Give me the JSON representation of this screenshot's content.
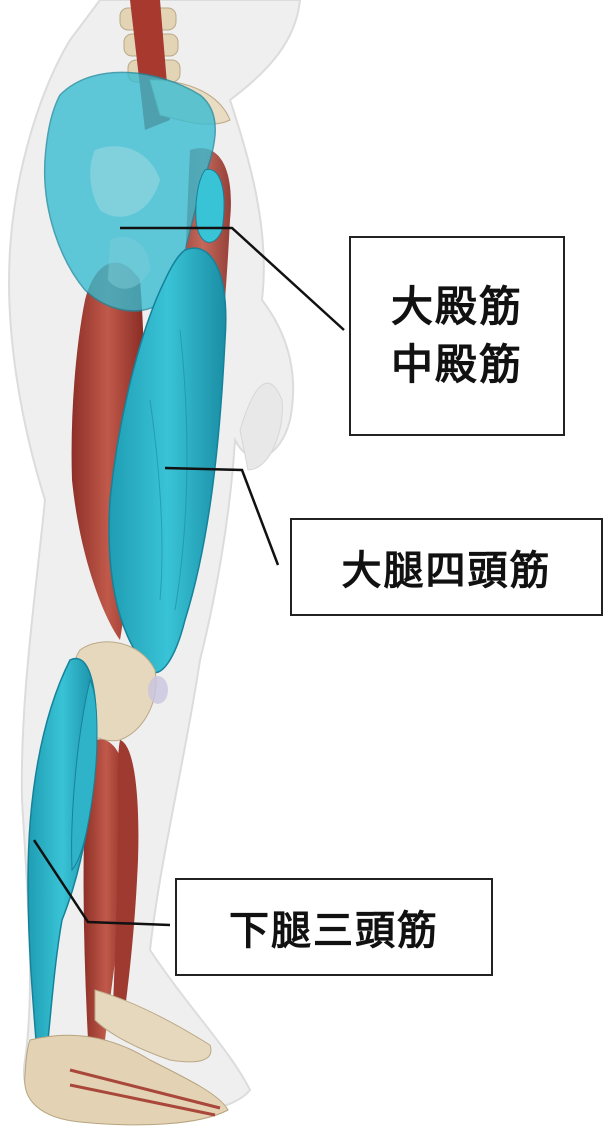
{
  "labels": {
    "gluteus": [
      "大殿筋",
      "中殿筋"
    ],
    "quadriceps": "大腿四頭筋",
    "triceps_surae": "下腿三頭筋"
  },
  "colors": {
    "highlight_muscle": "#2ab3c8",
    "muscle": "#b04a3e",
    "bone": "#e9dcc2",
    "body_silhouette": "#e6e6e6",
    "leader_line": "#111111",
    "box_border": "#222222"
  }
}
